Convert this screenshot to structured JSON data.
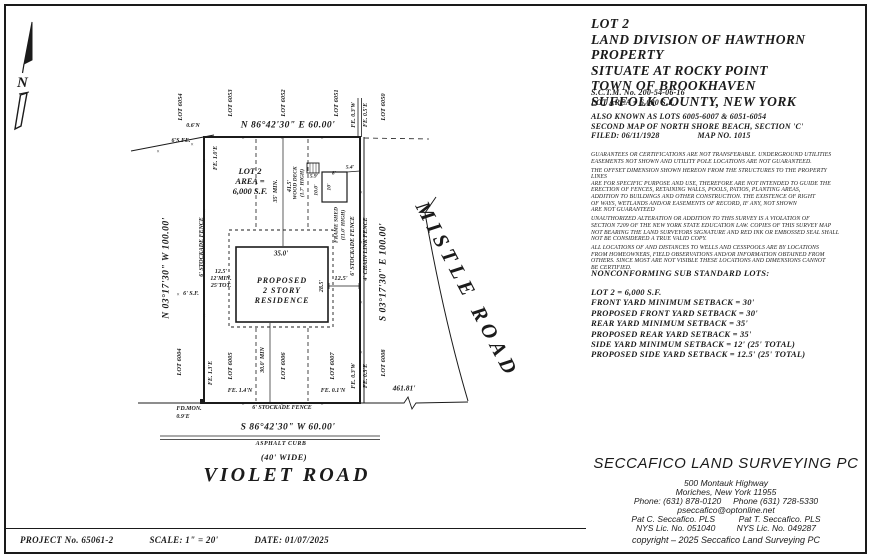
{
  "north_arrow": {
    "label": "N"
  },
  "plat": {
    "bearing_north": "N 86°42'30\" E   60.00'",
    "bearing_south": "S 86°42'30\" W   60.00'",
    "bearing_west": "N 03°17'30\" W   100.00'",
    "bearing_east": "S 03°17'30\" E   100.00'",
    "lot_area_line1": "LOT 2",
    "lot_area_line2": "AREA =",
    "lot_area_line3": "6,000 S.F.",
    "residence_line1": "PROPOSED",
    "residence_line2": "2 STORY",
    "residence_line3": "RESIDENCE",
    "residence_width": "35.0'",
    "residence_depth": "28.5'",
    "side_offset_east": "12.5'",
    "side_setback_west": [
      "12.5'",
      "12'MIN.",
      "25'TOT."
    ],
    "rear_dim_min": "35' MIN.",
    "rear_dim": "41.5'",
    "front_dim": "30.0' MIN",
    "deck_label1": "WOOD DECK",
    "deck_label2": "(1.7' HIGH)",
    "shed_label1": "FRAME SHED",
    "shed_label2": "(11.0' HIGH)",
    "shed_dim_left": "10.0'",
    "shed_dim_inside": "10'",
    "dim_59": "5.9'",
    "dim_8": "8'",
    "dim_54": "5.4'",
    "fence_west": "6' STOCKADE FENCE",
    "fence_east_1": "6' STOCKADE FENCE",
    "fence_east_2": "4' CHAIN LINK FENCE",
    "fence_south": "6' STOCKADE FENCE",
    "top_lots": [
      "LOT 6054",
      "LOT 6053",
      "LOT 6052",
      "LOT 6051",
      "LOT 6050"
    ],
    "bottom_lots": [
      "LOT 6004",
      "LOT 6005",
      "LOT 6006",
      "LOT 6007",
      "LOT 6008"
    ],
    "fe_nw_1": "0.6'N",
    "fe_nw_2": "6'S.FE.",
    "fe_w_top": "FE. 1.0'E",
    "fe_w_mark": "6' S.F.",
    "fe_sw": "FE. 1.3'E",
    "fe_s_1": "FE. 1.4'N",
    "fe_s_2": "FE. 0.1'N",
    "fe_se_1": "FE. 0.3'W",
    "fe_se_2": "FE. 0.3'E",
    "fe_ne_1": "FE. 0.3'W",
    "fe_ne_2": "FE. 0.5'E",
    "monument_line1": "FD.MON.",
    "monument_line2": "0.9'E",
    "dist_east": "461.81'",
    "road_east": "MISTLE ROAD",
    "road_south": "VIOLET ROAD",
    "road_south_width": "(40' WIDE)",
    "curb": "ASPHALT CURB"
  },
  "title_block": {
    "lines": [
      "LOT 2",
      "LAND DIVISION OF HAWTHORN PROPERTY",
      "SITUATE AT ROCKY POINT",
      "TOWN OF BROOKHAVEN",
      "SUFFOLK COUNTY, NEW YORK"
    ],
    "sctm": "S.C.T.M. No. 200-54-06-16",
    "lot_area": "LOT AREA = 6,000 S.F.",
    "aka": "ALSO KNOWN AS LOTS 6005-6007 & 6051-6054",
    "map_ref": "SECOND MAP OF NORTH SHORE BEACH, SECTION 'C'",
    "filed": "FILED: 06/11/1928",
    "map_no": "MAP NO. 1015"
  },
  "notes": {
    "para1": "GUARANTEES OR CERTIFICATIONS ARE NOT TRANSFERABLE. UNDERGROUND UTILITIES\nEASEMENTS NOT SHOWN AND UTILITY POLE LOCATIONS ARE NOT GUARANTEED.",
    "para2": "THE OFFSET DIMENSION SHOWN HEREON FROM THE STRUCTURES TO THE PROPERTY LINES\nARE FOR SPECIFIC PURPOSE AND USE, THEREFORE ARE NOT INTENDED TO GUIDE THE\nERECTION OF FENCES, RETAINING WALLS, POOLS, PATIOS, PLANTING AREAS,\nADDITION TO BUILDINGS AND OTHER CONSTRUCTION. THE EXISTENCE OF RIGHT\nOF WAYS, WETLANDS AND/OR EASEMENTS OF RECORD, IF ANY, NOT SHOWN\nARE NOT GUARANTEED",
    "para3": "UNAUTHORIZED ALTERATION OR ADDITION TO THIS SURVEY IS A VIOLATION OF\nSECTION 7209 OF THE NEW YORK STATE EDUCATION LAW. COPIES OF THIS SURVEY MAP\nNOT BEARING THE LAND SURVEYORS SIGNATURE AND RED INK OR EMBOSSED SEAL SHALL\nNOT BE CONSIDERED A TRUE VALID COPY.",
    "para4": "ALL LOCATIONS OF AND DISTANCES TO WELLS AND CESSPOOLS ARE BY LOCATIONS\nFROM HOMEOWNERS, FIELD OBSERVATIONS AND/OR INFORMATION OBTAINED FROM\nOTHERS. SINCE MOST ARE NOT VISIBLE THESE LOCATIONS AND DIMENSIONS CANNOT\nBE CERTIFIED."
  },
  "nonconforming": {
    "heading": "NONCONFORMING SUB STANDARD LOTS:",
    "lines": [
      "LOT 2 = 6,000 S.F.",
      "FRONT YARD MINIMUM SETBACK = 30'",
      "PROPOSED FRONT YARD SETBACK = 30'",
      "REAR YARD MINIMUM SETBACK = 35'",
      "PROPOSED REAR YARD SETBACK = 35'",
      "SIDE YARD MINIMUM SETBACK = 12' (25' TOTAL)",
      "PROPOSED SIDE YARD SETBACK = 12.5' (25' TOTAL)"
    ]
  },
  "company": {
    "name": "SECCAFICO LAND SURVEYING PC",
    "address1": "500 Montauk Highway",
    "address2": "Moriches, New York 11955",
    "phones": "Phone: (631) 878-0120     Phone (631) 728-5330",
    "email": "pseccafico@optonline.net",
    "surveyors": "Pat C. Seccafico. PLS          Pat T. Seccafico. PLS",
    "licenses": "NYS Lic. No. 051040         NYS Lic. No. 049287",
    "copyright": "copyright – 2025 Seccafico Land Surveying PC"
  },
  "footer": {
    "project": "PROJECT No. 65061-2",
    "scale": "SCALE: 1\" = 20'",
    "date": "DATE: 01/07/2025"
  }
}
